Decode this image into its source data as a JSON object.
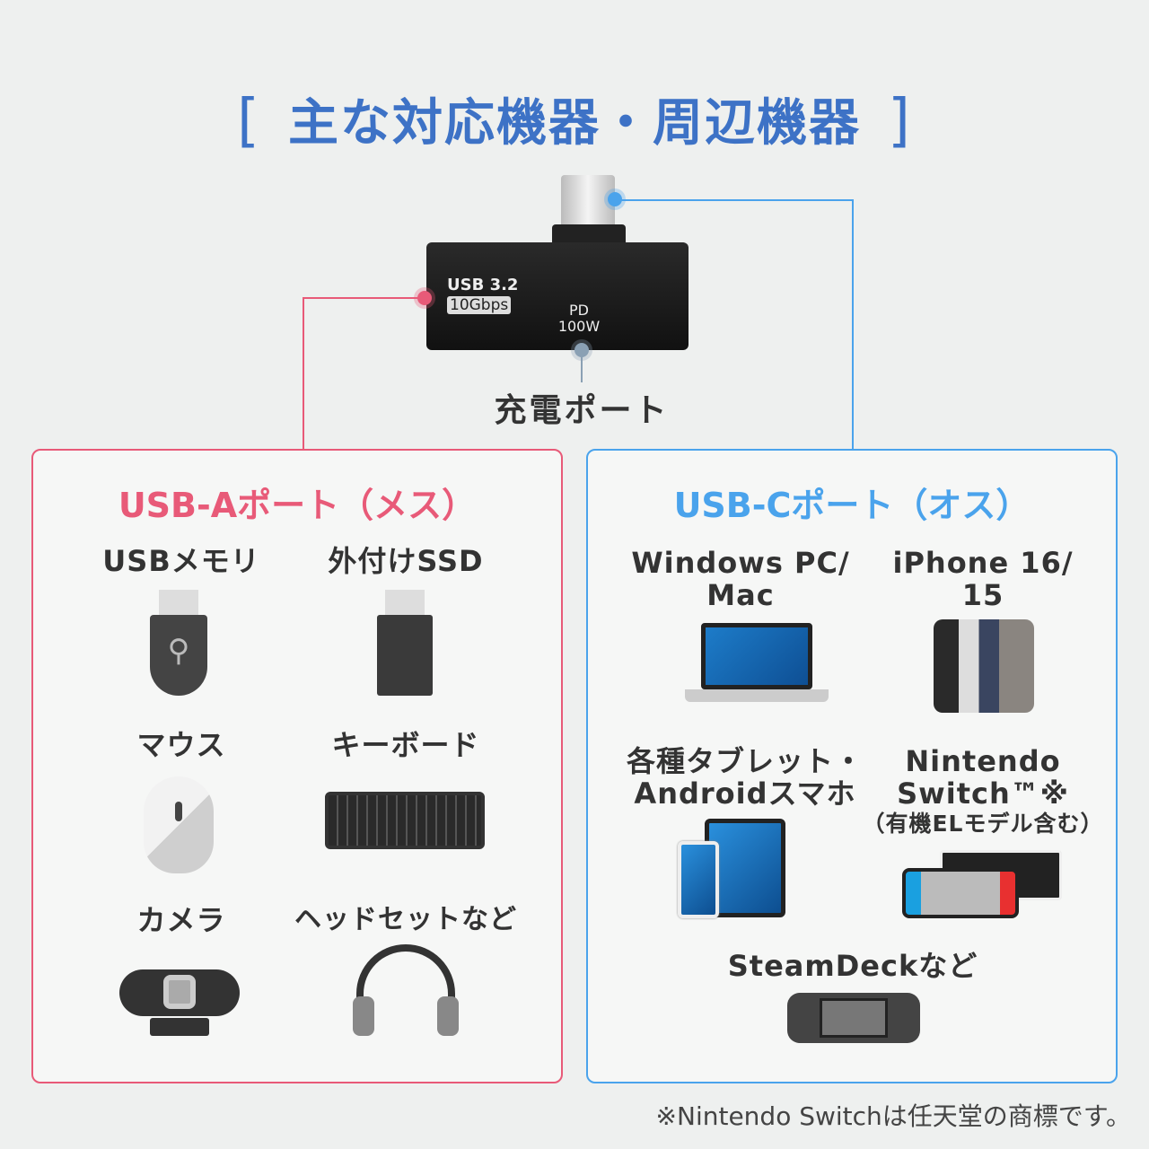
{
  "title": "主な対応機器・周辺機器",
  "title_brackets": [
    "[",
    "]"
  ],
  "adapter": {
    "label_usb": "USB 3.2",
    "label_speed": "10Gbps",
    "label_pd": "PD",
    "label_watt": "100W"
  },
  "charge_port_label": "充電ポート",
  "usb_a": {
    "heading": "USB-Aポート（メス）",
    "color": "#e85a78",
    "items": [
      "USBメモリ",
      "外付けSSD",
      "マウス",
      "キーボード",
      "カメラ",
      "ヘッドセットなど"
    ]
  },
  "usb_c": {
    "heading": "USB-Cポート（オス）",
    "color": "#4aa3ec",
    "items": [
      "Windows PC/\nMac",
      "iPhone 16/\n15",
      "各種タブレット・\nAndroidスマホ",
      "Nintendo\nSwitch™※",
      "SteamDeckなど"
    ],
    "switch_sub": "（有機ELモデル含む）"
  },
  "footnote": "※Nintendo Switchは任天堂の商標です。"
}
